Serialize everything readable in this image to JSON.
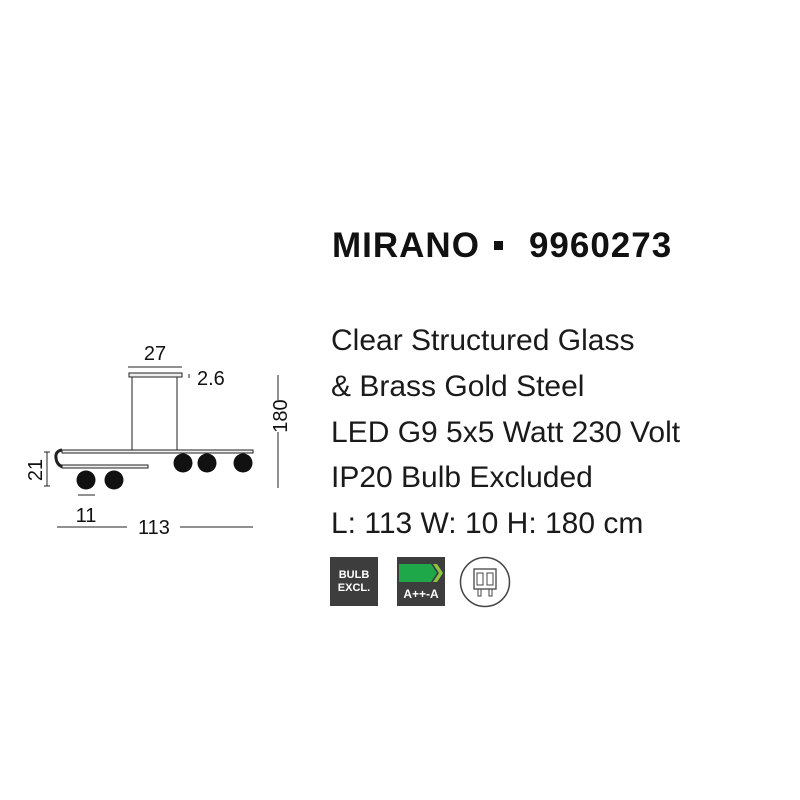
{
  "product": {
    "name": "MIRANO",
    "code": "9960273"
  },
  "specs": [
    "Clear Structured Glass",
    "& Brass Gold Steel",
    "LED G9 5x5 Watt 230 Volt",
    "IP20 Bulb Excluded",
    "L: 113 W: 10 H: 180 cm"
  ],
  "dimensions": {
    "canopy_width": "27",
    "canopy_height": "2.6",
    "total_height": "180",
    "body_height": "21",
    "globe_diameter": "11",
    "length": "113"
  },
  "badges": {
    "bulb_line1": "BULB",
    "bulb_line2": "EXCL.",
    "energy_label": "A++-A",
    "energy_color": "#1fa84a",
    "energy_arrow_color": "#8cc63f"
  }
}
